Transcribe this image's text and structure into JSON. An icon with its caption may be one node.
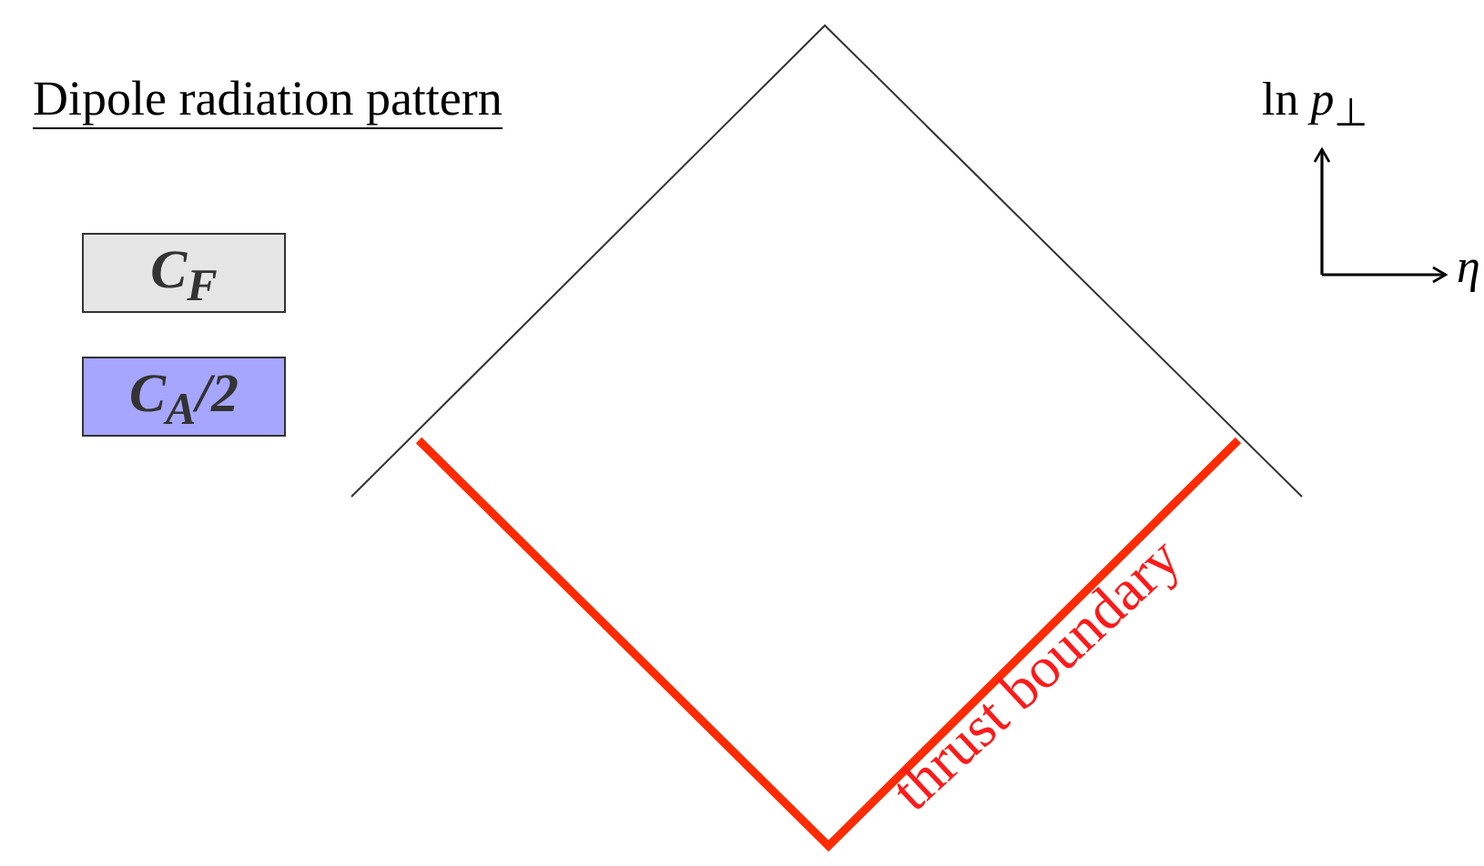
{
  "diagram": {
    "title": "Dipole radiation pattern",
    "labels": [
      "ln *p*$_{⊥}$",
      "*η*",
      "thrust boundary"
    ],
    "legend": [
      {
        "text": "C$_{F}$",
        "color": "#e6e6e6"
      },
      {
        "text": "C$_{A}$/2",
        "color": "#a6a6ff"
      }
    ]
  }
}
